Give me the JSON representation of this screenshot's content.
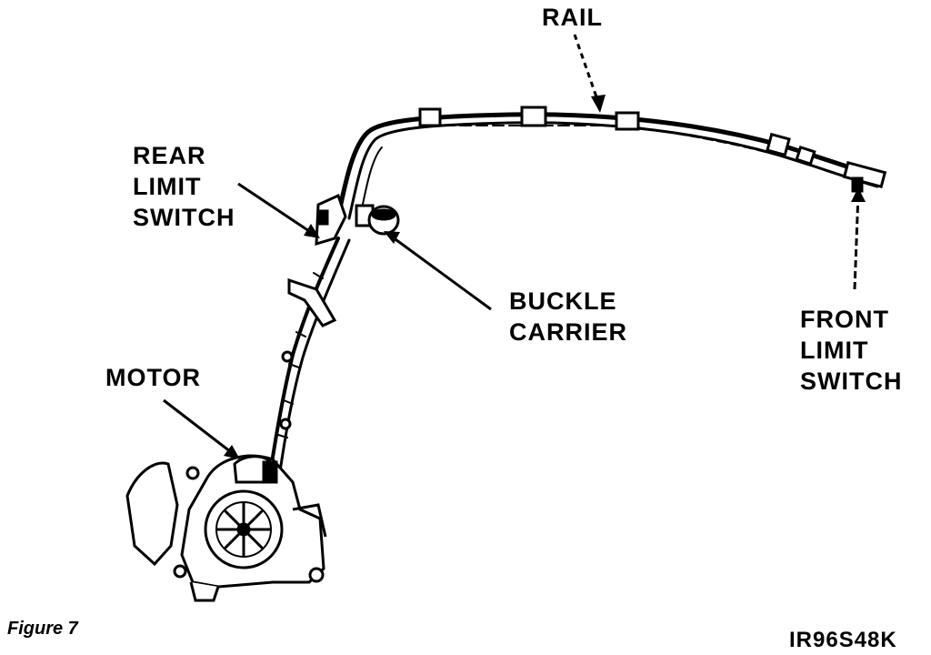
{
  "labels": {
    "rail": "RAIL",
    "rear_limit_switch": [
      "REAR",
      "LIMIT",
      "SWITCH"
    ],
    "buckle_carrier": [
      "BUCKLE",
      "CARRIER"
    ],
    "front_limit_switch": [
      "FRONT",
      "LIMIT",
      "SWITCH"
    ],
    "motor": "MOTOR"
  },
  "caption": "Figure 7",
  "figure_code": "IR96S48K",
  "colors": {
    "ink": "#000000",
    "paper": "#ffffff"
  }
}
